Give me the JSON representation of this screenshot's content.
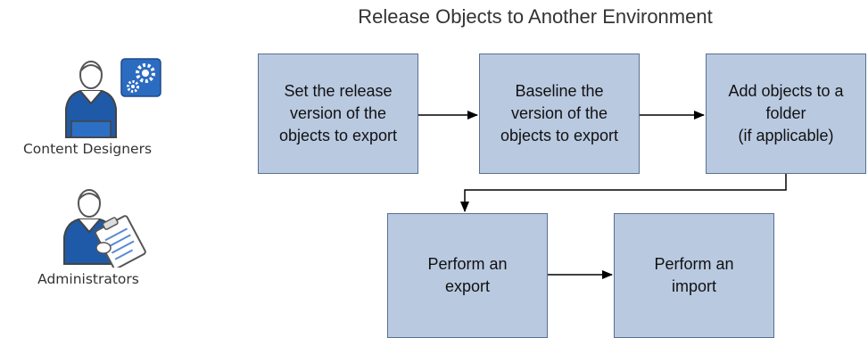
{
  "diagram": {
    "title": "Release Objects to Another Environment",
    "roles": [
      {
        "label": "Content Designers",
        "icon": "content-designer-icon"
      },
      {
        "label": "Administrators",
        "icon": "administrator-icon"
      }
    ],
    "steps": [
      {
        "label": "Set the release\nversion of the\nobjects to export"
      },
      {
        "label": "Baseline the\nversion of the\nobjects to export"
      },
      {
        "label": "Add objects to a\nfolder\n(if applicable)"
      },
      {
        "label": "Perform an\nexport"
      },
      {
        "label": "Perform an\nimport"
      }
    ],
    "colors": {
      "box_fill": "#b9c9e0",
      "box_border": "#5a6f94",
      "person_blue": "#1e5aa8",
      "arrow": "#000000"
    }
  }
}
